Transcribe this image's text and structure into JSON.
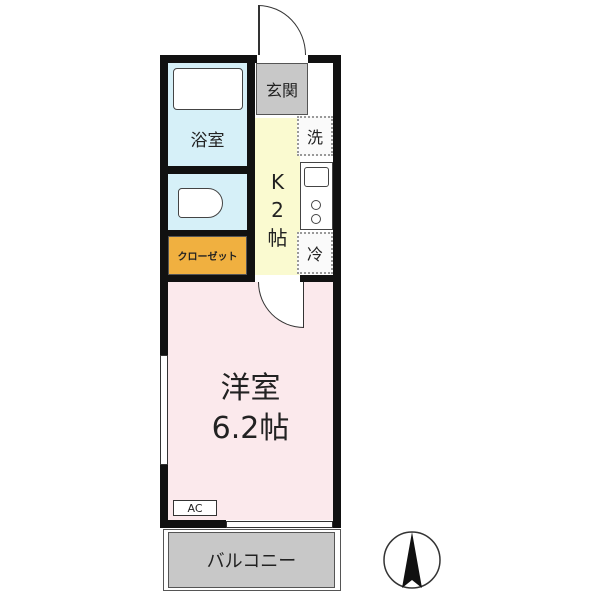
{
  "rooms": {
    "entrance": "玄関",
    "bath": "浴室",
    "kitchen": "K\n2\n帖",
    "laundry": "洗",
    "fridge": "冷",
    "closet": "クローゼット",
    "western_name": "洋室",
    "western_size": "6.2帖",
    "aircon": "AC",
    "balcony": "バルコニー"
  },
  "colors": {
    "bath": "#d6f0f8",
    "kitchen": "#fafad0",
    "closet": "#f0b040",
    "western": "#fbe9ec",
    "entrance": "#c8c8c8",
    "balcony": "#c8c8c8"
  },
  "icons": {
    "compass": "north-arrow-icon"
  }
}
